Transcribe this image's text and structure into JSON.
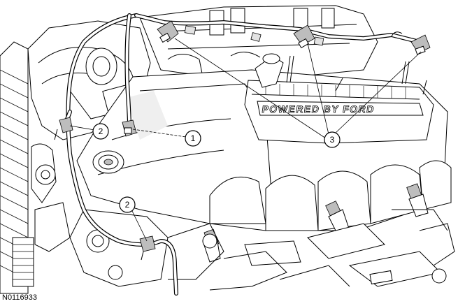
{
  "figure": {
    "id_label": "N0116933"
  },
  "callouts": [
    {
      "label": "1",
      "target": "fuel-injector-electrical-connector"
    },
    {
      "label": "2",
      "target": "harness-retainer-upper"
    },
    {
      "label": "2",
      "target": "harness-retainer-lower"
    },
    {
      "label": "3",
      "target": "fuel-injector-electrical-connectors-rear"
    }
  ],
  "engraving": {
    "text": "POWERED BY FORD"
  },
  "colors": {
    "line": "#000000",
    "background": "#ffffff",
    "shade": "#bdbdbd"
  }
}
